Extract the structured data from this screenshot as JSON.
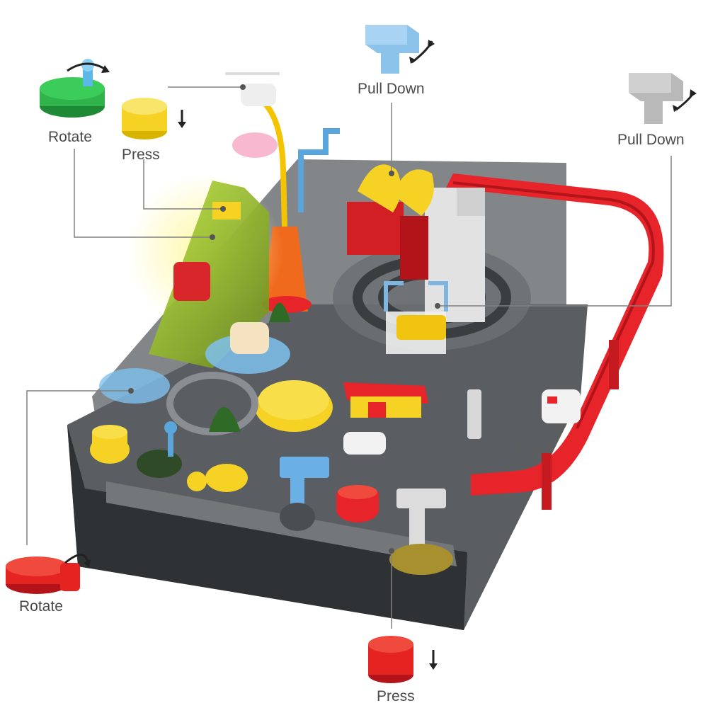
{
  "labels": {
    "rotate_top_left": "Rotate",
    "press_top": "Press",
    "pull_down_center": "Pull Down",
    "pull_down_right": "Pull Down",
    "rotate_bottom_left": "Rotate",
    "press_bottom": "Press"
  },
  "icons": {
    "rotate_top_left": "green-rotating-disc-icon",
    "press_top": "yellow-press-button-icon",
    "pull_down_center": "blue-pull-lever-icon",
    "pull_down_right": "gray-pull-lever-icon",
    "rotate_bottom_left": "red-rotating-disc-icon",
    "press_bottom": "red-press-button-icon"
  },
  "colors": {
    "green": "#2fb34a",
    "yellow": "#f5d224",
    "blue": "#8cc3ea",
    "gray": "#b9b9b9",
    "red": "#e52320",
    "track_red": "#e8242b",
    "base": "#55595c",
    "callout_line": "#808080"
  }
}
